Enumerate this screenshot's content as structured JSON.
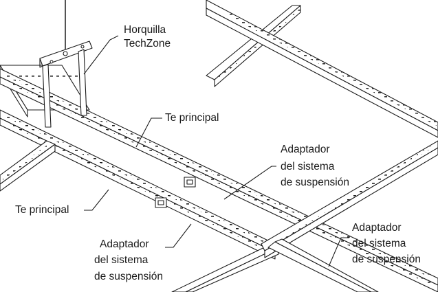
{
  "labels": {
    "bracket_line1": "Horquilla",
    "bracket_line2": "TechZone",
    "main_tee_top": "Te principal",
    "main_tee_left": "Te principal",
    "adapter_center_1": "Adaptador",
    "adapter_center_2": "del sistema",
    "adapter_center_3": "de suspensión",
    "adapter_lower_1": "Adaptador",
    "adapter_lower_2": "del sistema",
    "adapter_lower_3": "de suspensión",
    "adapter_right_1": "Adaptador",
    "adapter_right_2": "del sistema",
    "adapter_right_3": "de suspensión"
  },
  "colors": {
    "line": "#1a1a1a",
    "fill": "#ffffff"
  }
}
